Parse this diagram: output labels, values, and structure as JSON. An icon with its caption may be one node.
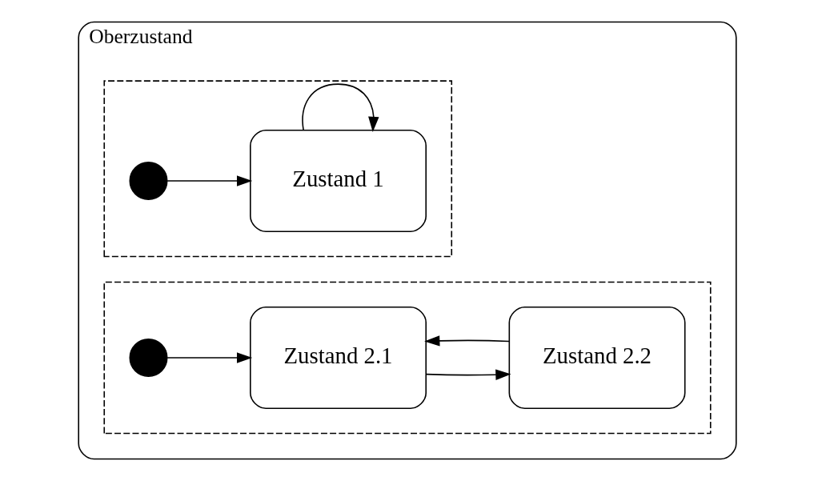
{
  "diagram": {
    "nodes": [
      {
        "text": [
          "Oberzustand"
        ]
      },
      {
        "text": [],
        "shape": "band",
        "in": 0
      },
      {
        "text": [],
        "shape": "circle",
        "in": 1
      },
      {
        "text": [
          "Zustand 1"
        ],
        "in": 1
      },
      {
        "text": [],
        "shape": "band",
        "in": 0
      },
      {
        "text": [],
        "shape": "circle",
        "in": 4
      },
      {
        "text": [
          "Zustand 2.1"
        ],
        "in": 4
      },
      {
        "text": [
          "Zustand 2.2"
        ],
        "in": 4
      }
    ],
    "edges": [
      {
        "from": 2,
        "to": 3,
        "arrow": "to"
      },
      {
        "from": 3,
        "to": 3,
        "arrow": "to"
      },
      {
        "from": 5,
        "to": 6,
        "arrow": "to"
      },
      {
        "from": 6,
        "to": 7,
        "arrow": "to"
      },
      {
        "from": 7,
        "to": 6,
        "arrow": "to"
      }
    ]
  }
}
